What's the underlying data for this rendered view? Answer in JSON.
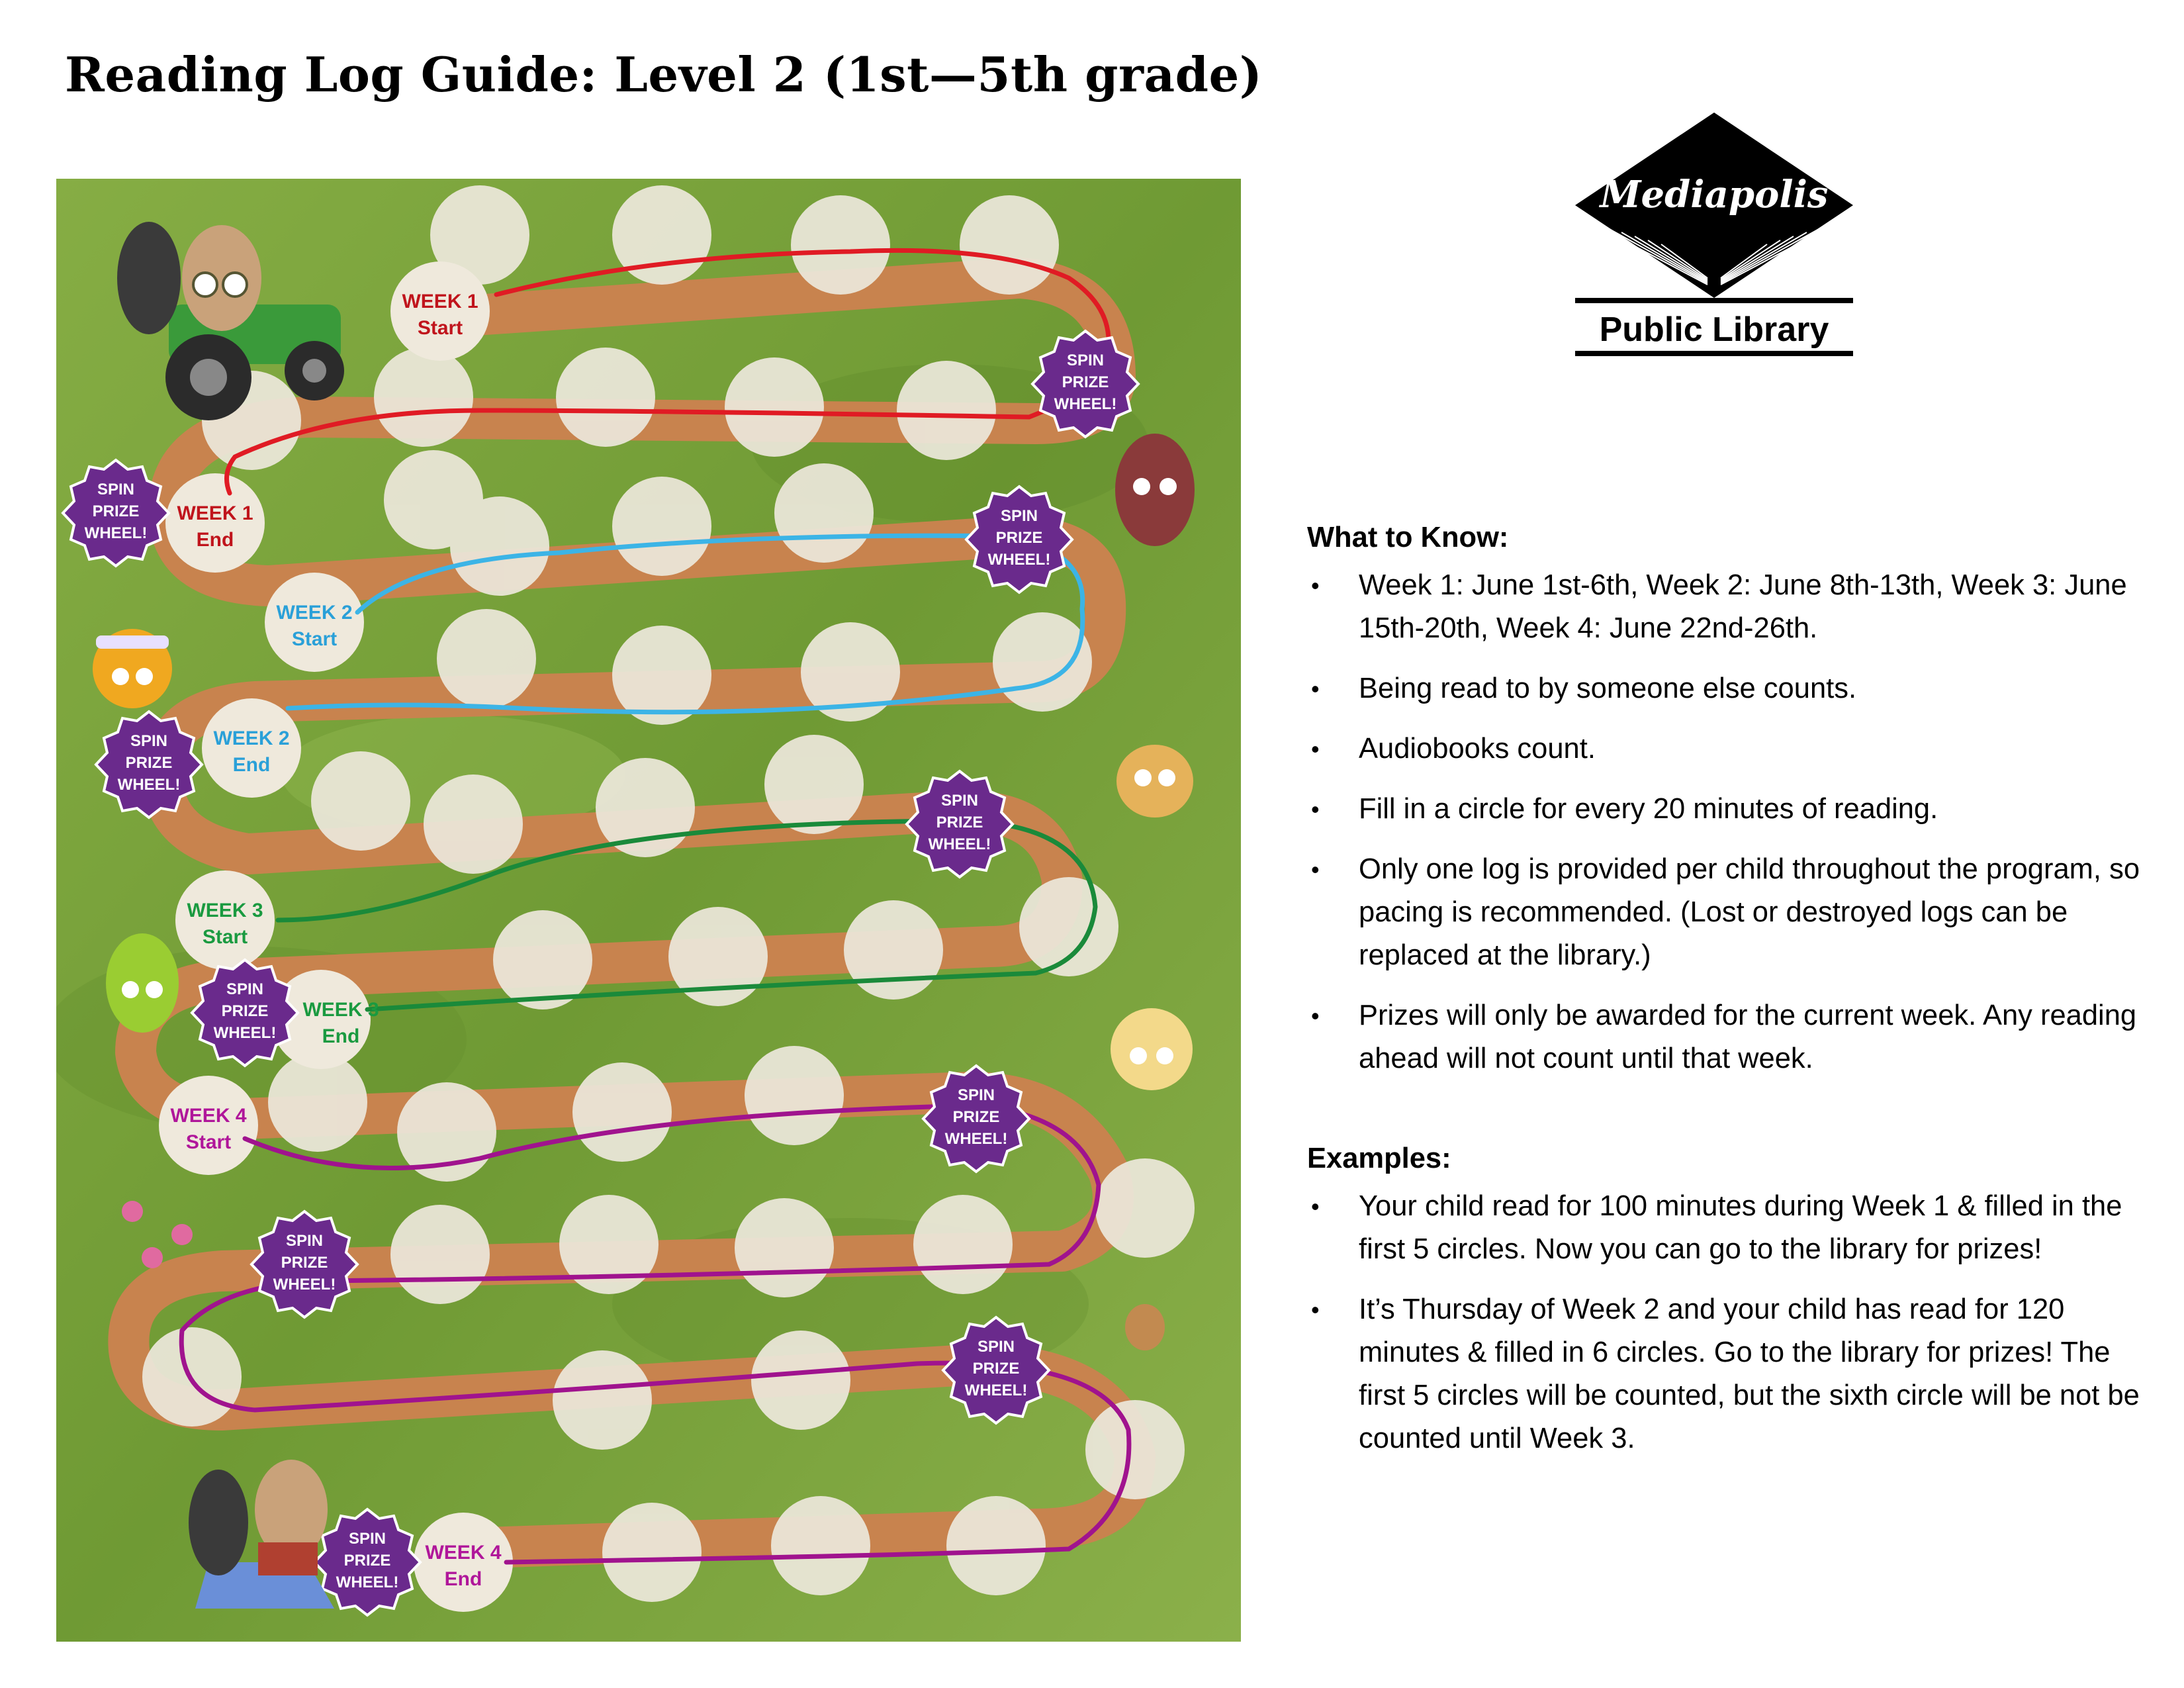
{
  "title": "Reading Log Guide: Level 2 (1st—5th grade)",
  "logo": {
    "name": "Mediapolis",
    "subtitle": "Public Library"
  },
  "board": {
    "week1_start": [
      "WEEK 1",
      "Start"
    ],
    "week1_end": [
      "WEEK 1",
      "End"
    ],
    "week2_start": [
      "WEEK 2",
      "Start"
    ],
    "week2_end": [
      "WEEK 2",
      "End"
    ],
    "week3_start": [
      "WEEK 3",
      "Start"
    ],
    "week3_end": [
      "WEEK 3",
      "End"
    ],
    "week4_start": [
      "WEEK 4",
      "Start"
    ],
    "week4_end": [
      "WEEK 4",
      "End"
    ],
    "spin": [
      "SPIN",
      "PRIZE",
      "WHEEL!"
    ],
    "colors": {
      "week1": "#e01b24",
      "week2": "#3cb4e6",
      "week3": "#1a8a3a",
      "week4": "#a0138e",
      "spin_badge": "#6a2a8c",
      "grass": "#7fa63c",
      "dirt_path": "#c8834e",
      "circle": "#efe9dc"
    }
  },
  "info": {
    "know_title": "What to Know:",
    "know": [
      "Week 1: June 1st-6th, Week 2: June 8th-13th, Week 3: June 15th-20th, Week 4: June 22nd-26th.",
      "Being read to by someone else counts.",
      "Audiobooks count.",
      "Fill in a circle for every 20 minutes of reading.",
      "Only one log is provided per child throughout the program, so pacing is recommended. (Lost or destroyed logs can be replaced at the library.)",
      "Prizes will only be awarded for the current week. Any reading ahead will not count until that week."
    ],
    "examples_title": "Examples:",
    "examples": [
      "Your child read for 100 minutes during Week 1 & filled in the first 5 circles. Now you can go to the library for prizes!",
      "It’s Thursday of Week 2 and your child has read for 120 minutes & filled in 6 circles. Go to the library for prizes! The first 5 circles will be counted, but the sixth circle will be not be counted until Week 3."
    ]
  }
}
